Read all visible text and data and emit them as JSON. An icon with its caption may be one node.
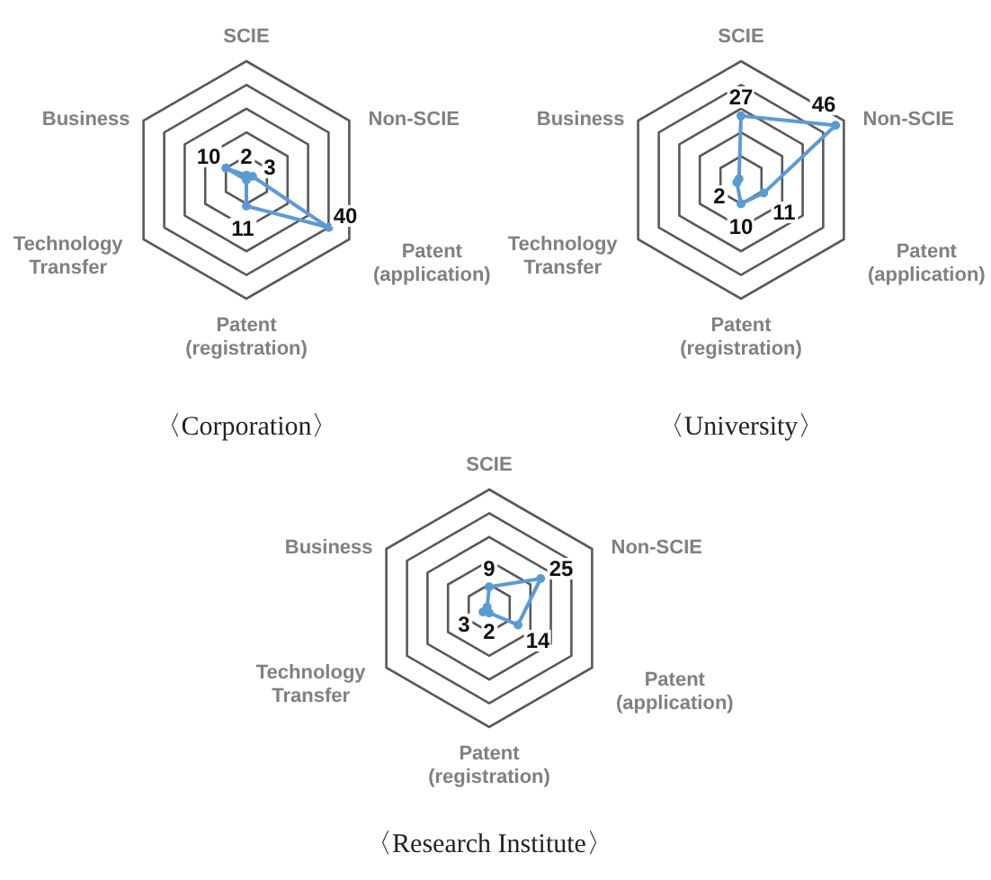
{
  "diagram": {
    "labels": [
      "SCIE",
      "Non-SCIE",
      "Patent (application)",
      "Patent (registration)",
      "Technology Transfer",
      "Business",
      "10",
      "2",
      "3",
      "40",
      "11",
      "〈Corporation〉",
      "SCIE",
      "Non-SCIE",
      "Patent (application)",
      "Patent (registration)",
      "Technology Transfer",
      "Business",
      "27",
      "46",
      "11",
      "10",
      "2",
      "〈University〉",
      "SCIE",
      "Non-SCIE",
      "Patent (application)",
      "Patent (registration)",
      "Technology Transfer",
      "Business",
      "9",
      "25",
      "14",
      "2",
      "3",
      "〈Research Institute〉"
    ]
  }
}
